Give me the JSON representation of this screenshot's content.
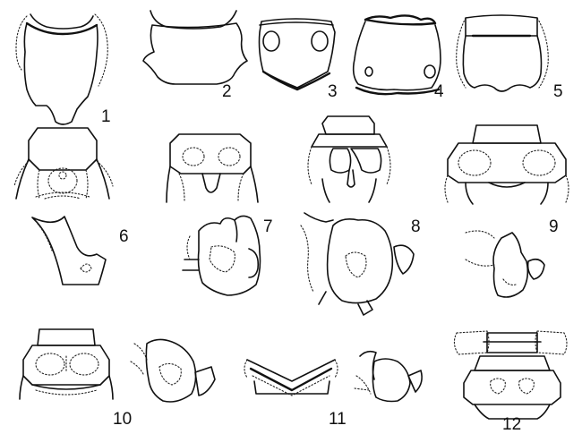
{
  "plate": {
    "figure_numbers": [
      "1",
      "2",
      "3",
      "4",
      "5",
      "6",
      "7",
      "8",
      "9",
      "10",
      "11",
      "12"
    ]
  },
  "colors": {
    "ink": "#111111",
    "paper": "#ffffff"
  }
}
